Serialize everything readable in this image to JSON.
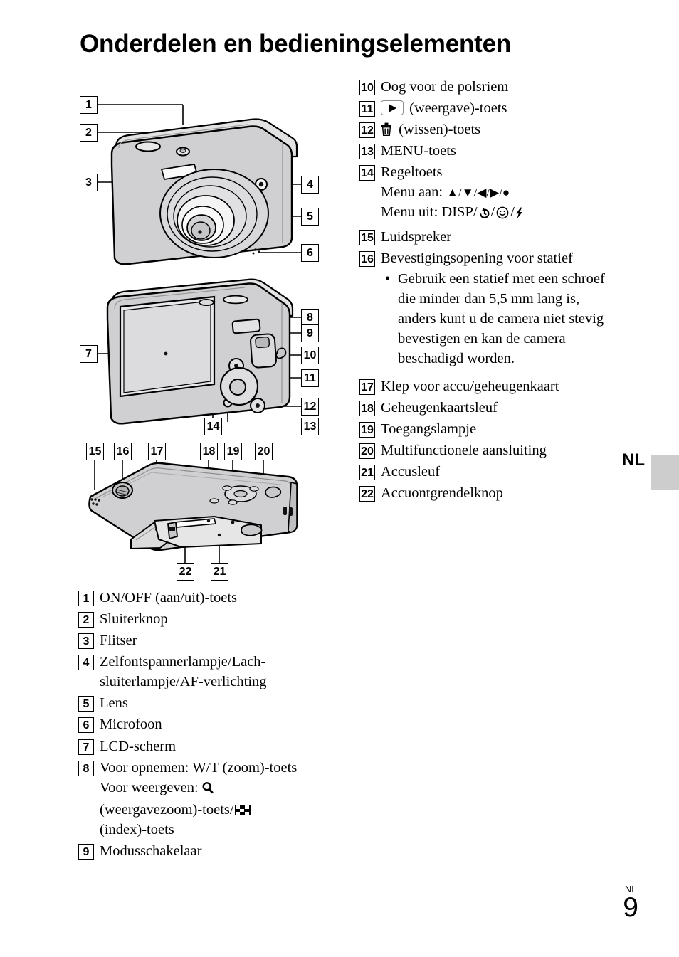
{
  "page": {
    "title": "Onderdelen en bedieningselementen",
    "language_tab": "NL",
    "footer_language": "NL",
    "footer_page_number": "9",
    "accent_gray": "#cdcdcd",
    "body_gray": "#d0d0d2"
  },
  "left_list": [
    {
      "num": "1",
      "text": "ON/OFF (aan/uit)-toets"
    },
    {
      "num": "2",
      "text": "Sluiterknop"
    },
    {
      "num": "3",
      "text": "Flitser"
    },
    {
      "num": "4",
      "text": "Zelfontspannerlampje/Lach-sluiterlampje/AF-verlichting"
    },
    {
      "num": "5",
      "text": "Lens"
    },
    {
      "num": "6",
      "text": "Microfoon"
    },
    {
      "num": "7",
      "text": "LCD-scherm"
    },
    {
      "num": "8",
      "text": "Voor opnemen: W/T (zoom)-toets"
    },
    {
      "num": "9",
      "text": "Modusschakelaar"
    }
  ],
  "left_item8_extra": {
    "line_prefix": "Voor weergeven:",
    "magnifier_icon": "magnifier-icon",
    "line_middle": "(weergavezoom)-toets/",
    "index_icon": "index-icon",
    "line_suffix": "(index)-toets"
  },
  "right_list": [
    {
      "num": "10",
      "text": "Oog voor de polsriem"
    },
    {
      "num": "11",
      "text": "(weergave)-toets",
      "icon": "play-icon"
    },
    {
      "num": "12",
      "text": "(wissen)-toets",
      "icon": "trash-icon"
    },
    {
      "num": "13",
      "text": "MENU-toets"
    },
    {
      "num": "14",
      "text": "Regeltoets"
    },
    {
      "num": "15",
      "text": "Luidspreker"
    },
    {
      "num": "16",
      "text": "Bevestigingsopening voor statief"
    },
    {
      "num": "17",
      "text": "Klep voor accu/geheugenkaart"
    },
    {
      "num": "18",
      "text": "Geheugenkaartsleuf"
    },
    {
      "num": "19",
      "text": "Toegangslampje"
    },
    {
      "num": "20",
      "text": "Multifunctionele aansluiting"
    },
    {
      "num": "21",
      "text": "Accusleuf"
    },
    {
      "num": "22",
      "text": "Accuontgrendelknop"
    }
  ],
  "control_button": {
    "menu_on_label": "Menu aan:",
    "menu_on_keys": "▲/▼/◀/▶/●",
    "menu_off_label": "Menu uit:",
    "menu_off_keys_text": "DISP/",
    "menu_off_icons": [
      "self-timer-icon",
      "smile-shutter-icon",
      "flash-icon"
    ]
  },
  "tripod_note": {
    "bullet": "•",
    "text": "Gebruik een statief met een schroef die minder dan 5,5 mm lang is, anders kunt u de camera niet stevig bevestigen en kan de camera beschadigd worden."
  },
  "figures": {
    "front": {
      "name": "camera-front-view",
      "callouts": [
        "1",
        "2",
        "3",
        "4",
        "5",
        "6"
      ]
    },
    "rear": {
      "name": "camera-rear-view",
      "callouts": [
        "7",
        "8",
        "9",
        "10",
        "11",
        "12",
        "13",
        "14"
      ]
    },
    "bottom": {
      "name": "camera-bottom-view",
      "callouts": [
        "15",
        "16",
        "17",
        "18",
        "19",
        "20",
        "21",
        "22"
      ]
    }
  }
}
